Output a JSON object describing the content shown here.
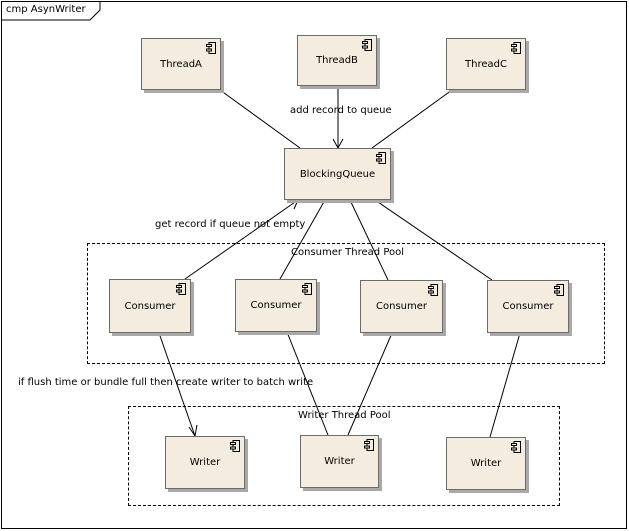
{
  "diagram": {
    "frame_title": "cmp AsynWriter",
    "producers": [
      "ThreadA",
      "ThreadB",
      "ThreadC"
    ],
    "queue": "BlockingQueue",
    "consumer_pool_label": "Consumer Thread Pool",
    "consumers": [
      "Consumer",
      "Consumer",
      "Consumer",
      "Consumer"
    ],
    "writer_pool_label": "Writer Thread Pool",
    "writers": [
      "Writer",
      "Writer",
      "Writer"
    ],
    "notes": {
      "add": "add record to queue",
      "get": "get record if queue not empty",
      "flush": "if flush time or bundle full then create writer to batch write"
    },
    "component_icon": "uml-component-icon"
  }
}
